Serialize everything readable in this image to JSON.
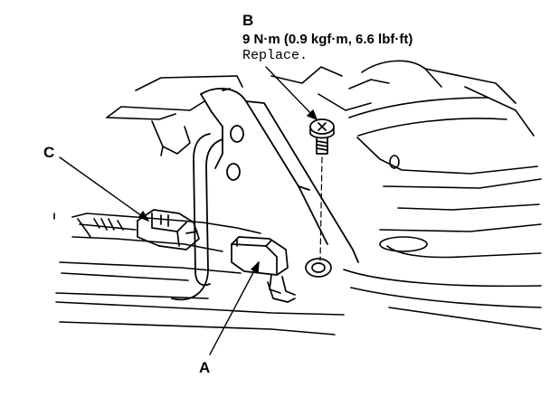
{
  "callouts": {
    "a": "A",
    "b": "B",
    "c": "C"
  },
  "bolt_spec": {
    "torque": "9 N·m (0.9 kgf·m, 6.6 lbf·ft)",
    "note": "Replace."
  }
}
